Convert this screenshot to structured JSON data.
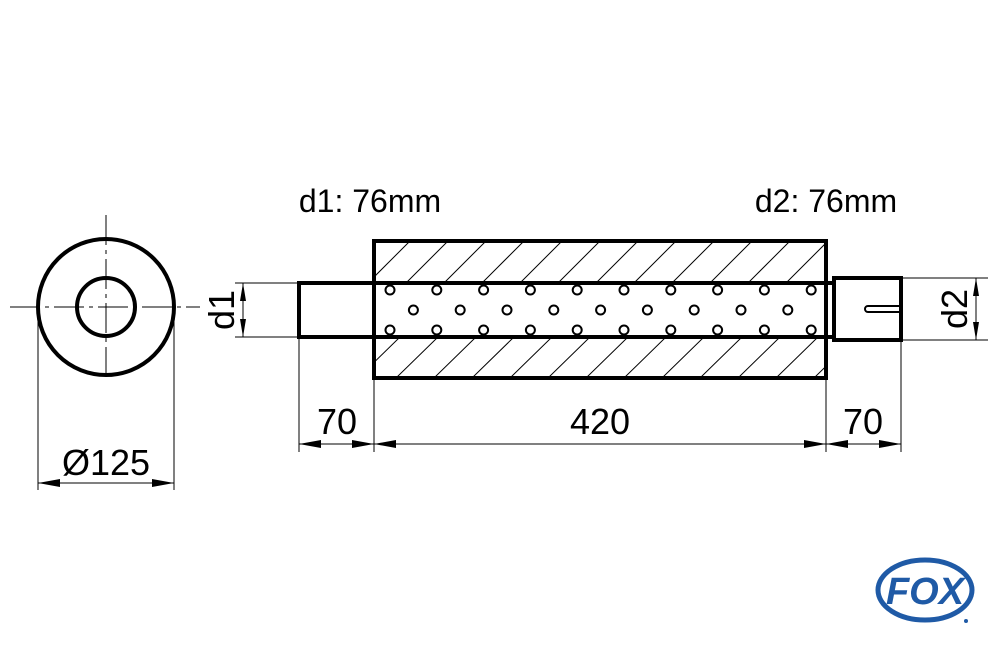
{
  "labels": {
    "d1_spec": "d1: 76mm",
    "d2_spec": "d2: 76mm",
    "d1": "d1",
    "d2": "d2",
    "diameter": "Ø125",
    "inlet_length": "70",
    "body_length": "420",
    "outlet_length": "70"
  },
  "logo": {
    "text": "FOX",
    "color": "#1f5aa6"
  }
}
